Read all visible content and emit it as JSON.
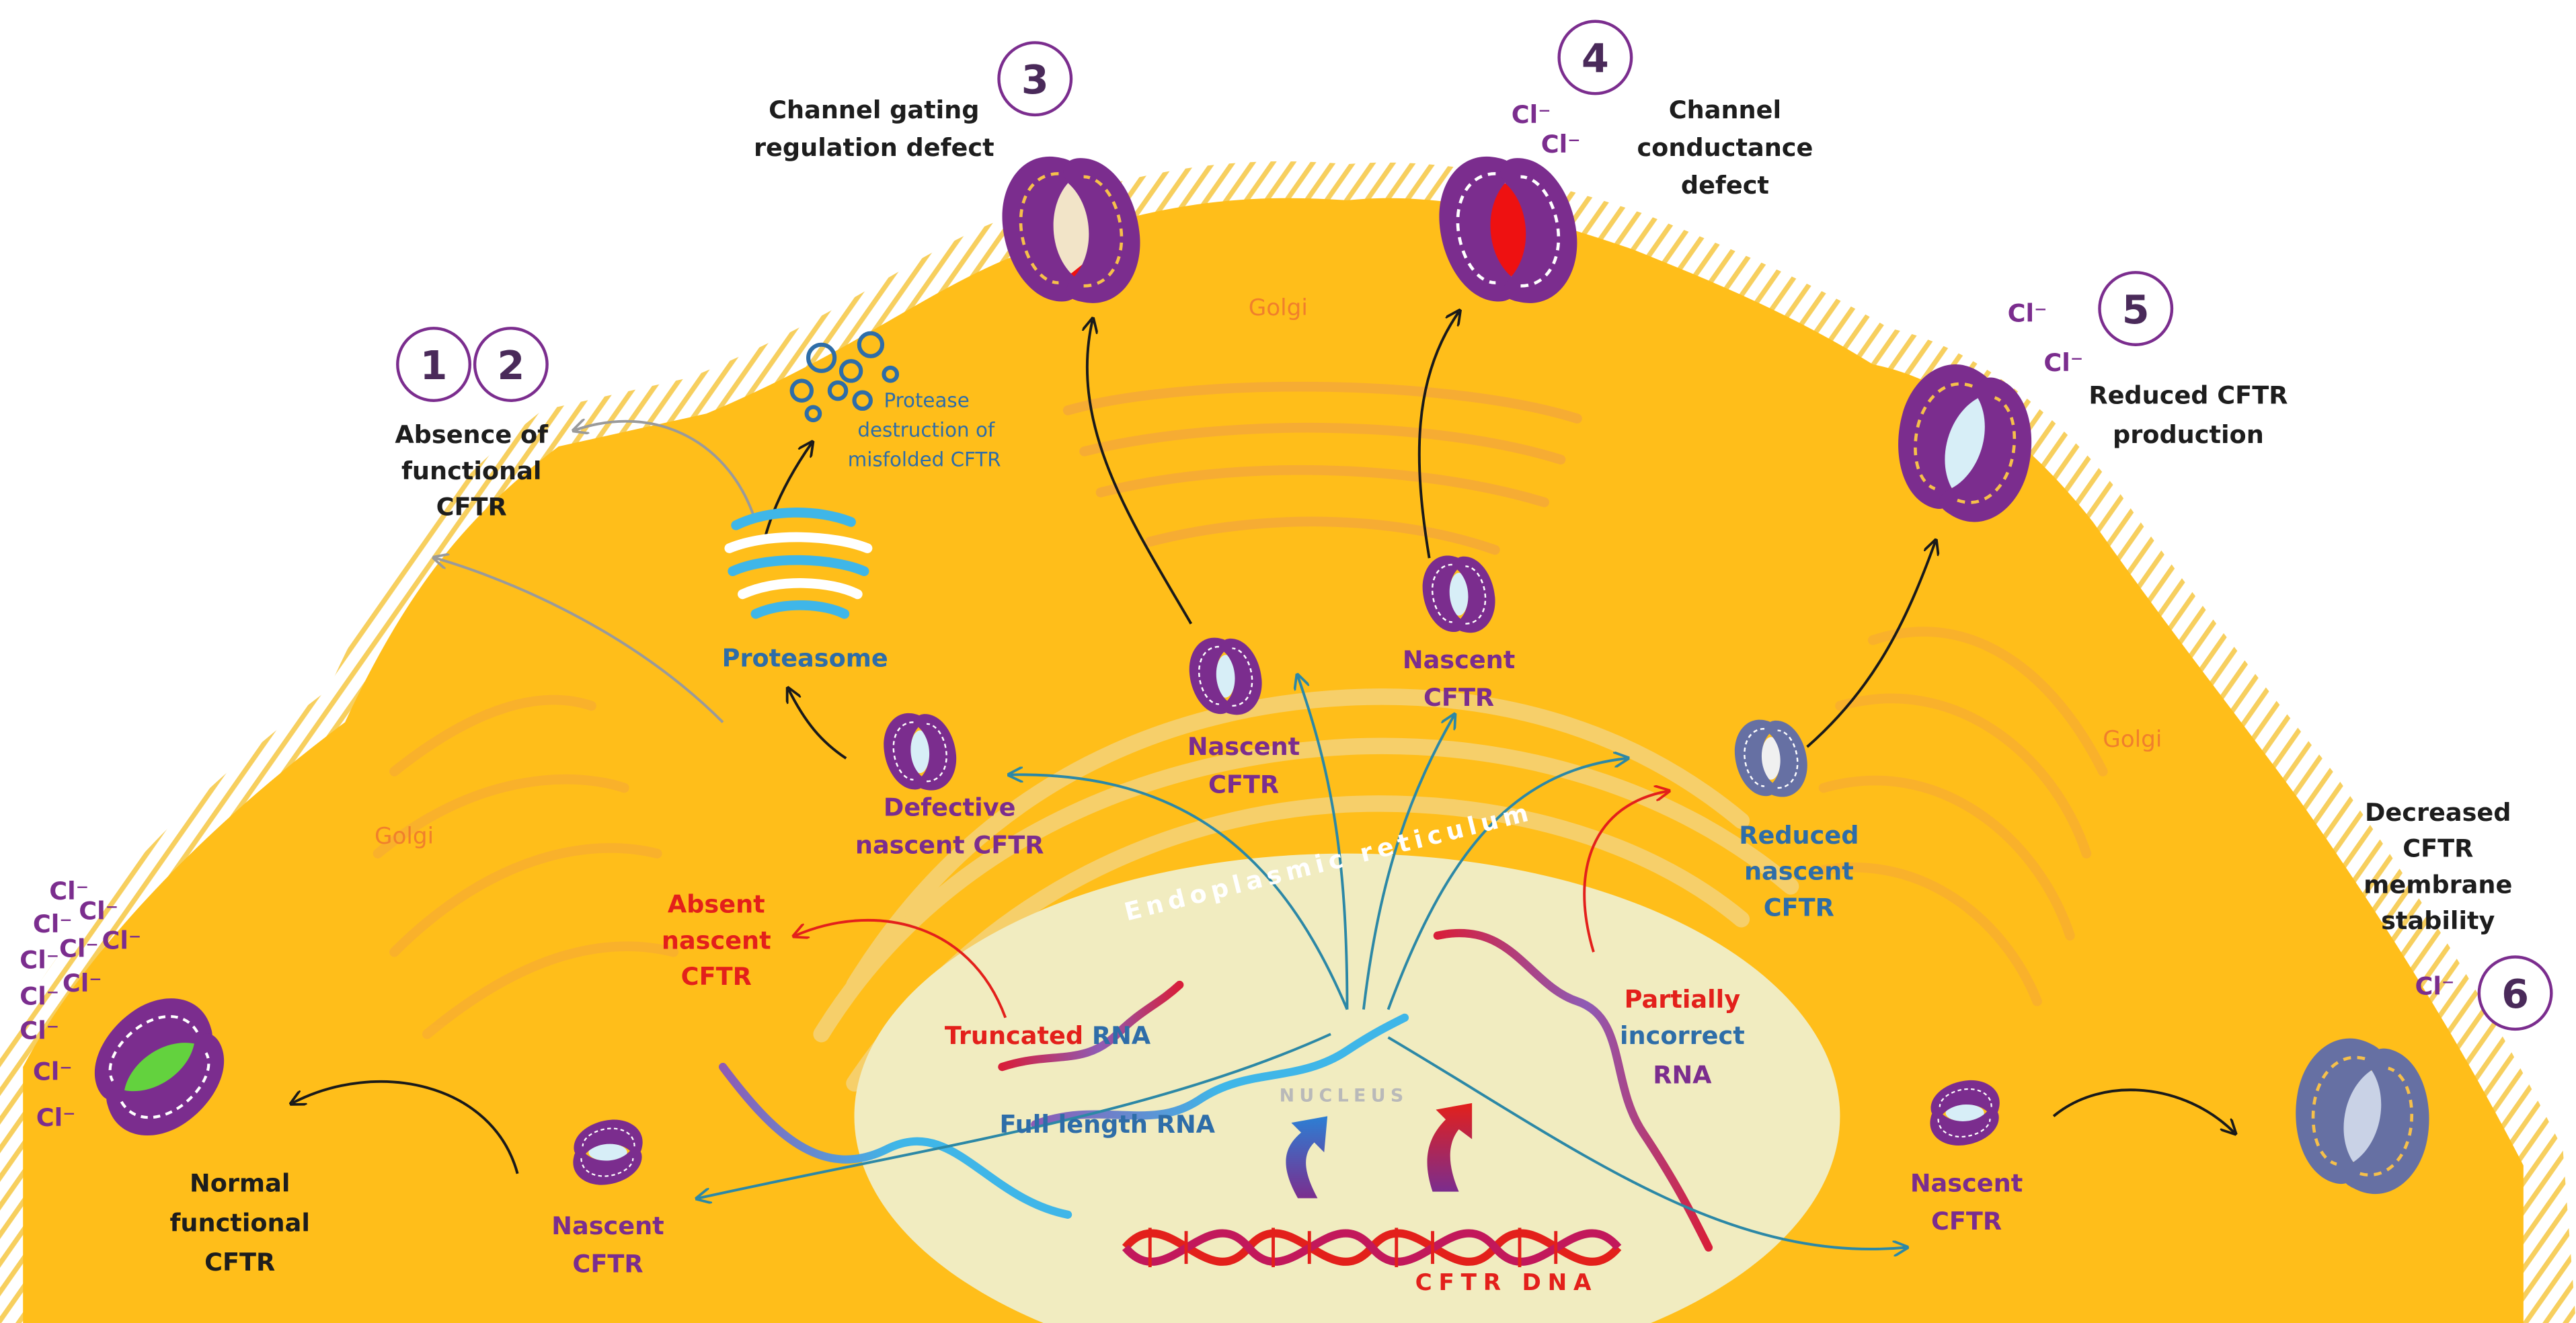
{
  "colors": {
    "cell": "#ffbe1a",
    "cell_edge": "#f3ad0f",
    "membrane_hairs": "#f7cf5e",
    "organelle": "#f5a83a",
    "nucleus": "#f1ecc0",
    "protein_purple": "#7b2d8e",
    "protein_slate": "#6670a3",
    "channel_normal": "#63d23e",
    "channel_defect": "#ee1111",
    "channel_open": "#d7eef7",
    "rna_blue": "#3fb6e8",
    "rna_purple": "#8e5bb5",
    "rna_red": "#d81e3a",
    "arrow_dark": "#1a1a1a",
    "arrow_teal": "#2c88a6",
    "arrow_grey": "#9a9a9a"
  },
  "steps": {
    "n1": "1",
    "n2": "2",
    "n3": "3",
    "n4": "4",
    "n5": "5",
    "n6": "6"
  },
  "ion": "Cl⁻",
  "labels": {
    "absence_1": "Absence of",
    "absence_2": "functional",
    "absence_3": "CFTR",
    "protease_1": "Protease",
    "protease_2": "destruction of",
    "protease_3": "misfolded CFTR",
    "gating_1": "Channel gating",
    "gating_2": "regulation defect",
    "conductance_1": "Channel",
    "conductance_2": "conductance",
    "conductance_3": "defect",
    "reduced_prod_1": "Reduced CFTR",
    "reduced_prod_2": "production",
    "decreased_1": "Decreased",
    "decreased_2": "CFTR",
    "decreased_3": "membrane",
    "decreased_4": "stability",
    "normal_1": "Normal",
    "normal_2": "functional",
    "normal_3": "CFTR",
    "golgi": "Golgi",
    "proteasome": "Proteasome",
    "defective_1": "Defective",
    "defective_2": "nascent CFTR",
    "absent_1": "Absent",
    "absent_2": "nascent",
    "absent_3": "CFTR",
    "nascent_1": "Nascent",
    "nascent_2": "CFTR",
    "reduced_nascent_1": "Reduced",
    "reduced_nascent_2": "nascent",
    "reduced_nascent_3": "CFTR",
    "er": "Endoplasmic reticulum",
    "nucleus": "NUCLEUS",
    "truncated_a": "Truncated",
    "truncated_b": "RNA",
    "full_length_rna": "Full length RNA",
    "partially_a": "Partially",
    "partially_b": "incorrect",
    "partially_c": "RNA",
    "cftr_dna": "CFTR DNA"
  }
}
